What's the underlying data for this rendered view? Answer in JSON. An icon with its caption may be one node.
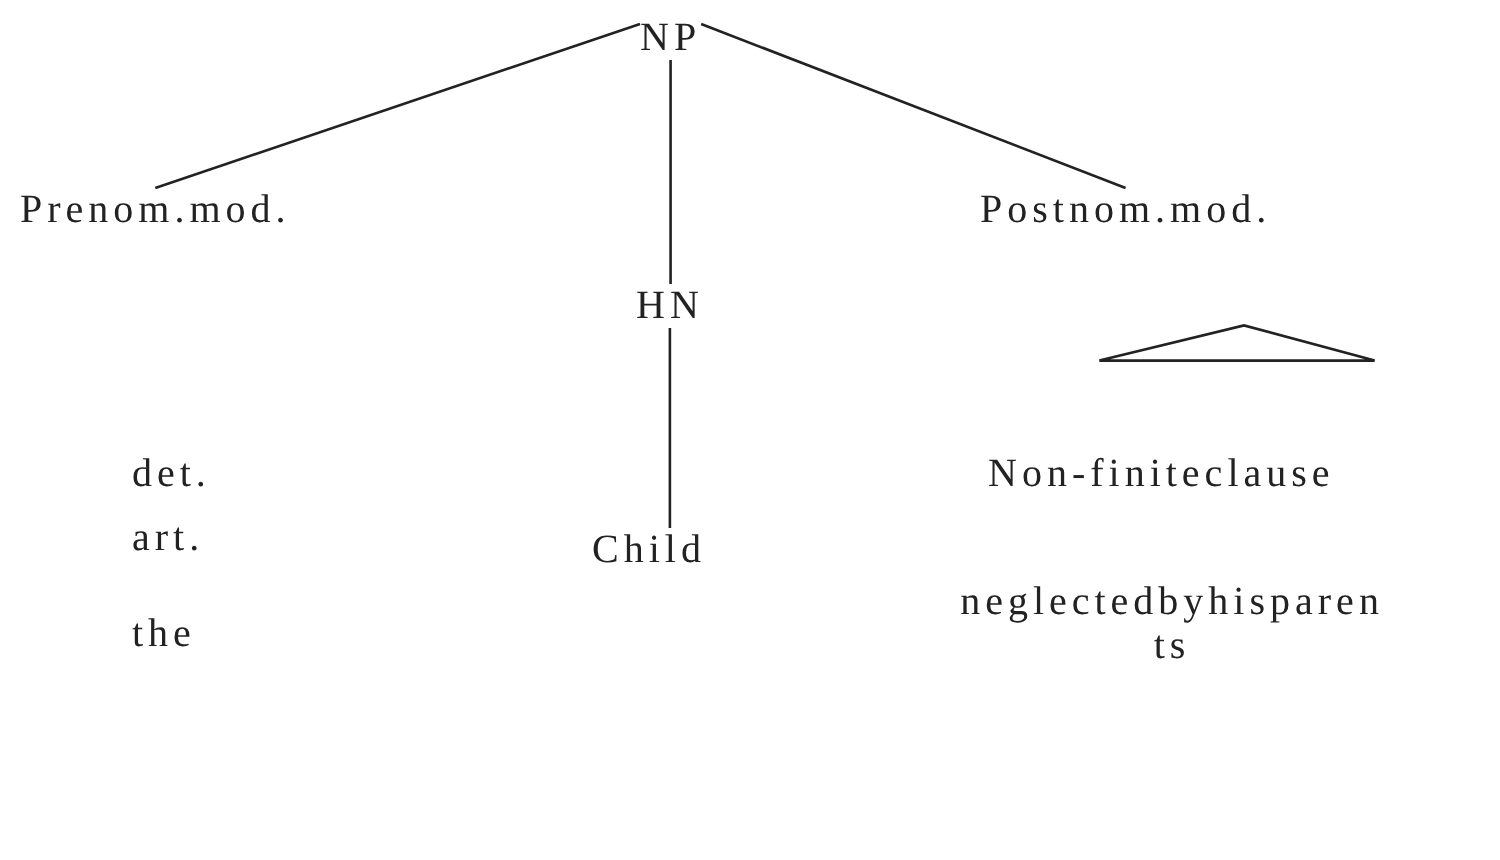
{
  "diagram": {
    "nodes": [
      {
        "text": [
          "NP"
        ]
      },
      {
        "text": [
          "Prenom.mod."
        ]
      },
      {
        "text": [
          "Postnom.mod."
        ]
      },
      {
        "text": [
          "HN"
        ]
      },
      {
        "text": [
          "det."
        ]
      },
      {
        "text": [
          "Non-finiteclause"
        ]
      },
      {
        "text": [
          "art."
        ]
      },
      {
        "text": [
          "neglectedbyhisparents"
        ]
      },
      {
        "text": [
          "Child"
        ]
      },
      {
        "text": [
          "the"
        ]
      },
      {
        "text": [],
        "shape": "triangle"
      }
    ],
    "edges": [
      {
        "from": 0,
        "to": 1,
        "arrow": "none"
      },
      {
        "from": 0,
        "to": 2,
        "arrow": "none"
      },
      {
        "from": 0,
        "to": 3,
        "arrow": "none"
      },
      {
        "from": 3,
        "to": 8,
        "arrow": "none"
      }
    ]
  }
}
